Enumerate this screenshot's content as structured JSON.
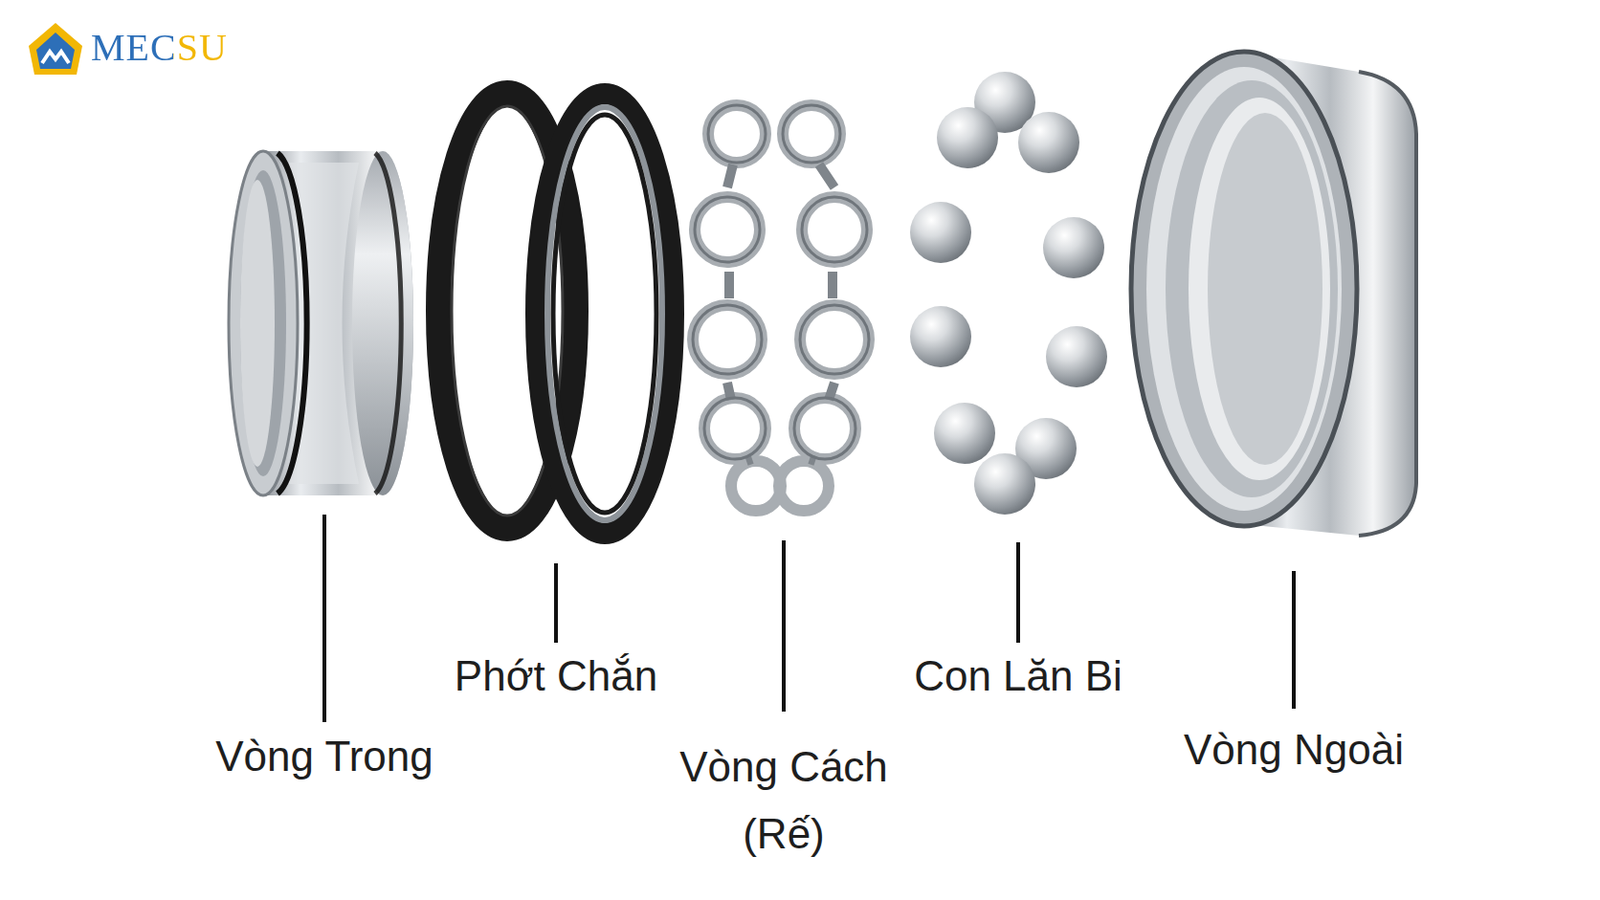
{
  "diagram": {
    "labels": [
      "MECSU",
      "Vòng Trong",
      "Phớt Chắn",
      "Vòng Cách (Rế)",
      "Con Lăn Bi",
      "Vòng Ngoài"
    ]
  }
}
